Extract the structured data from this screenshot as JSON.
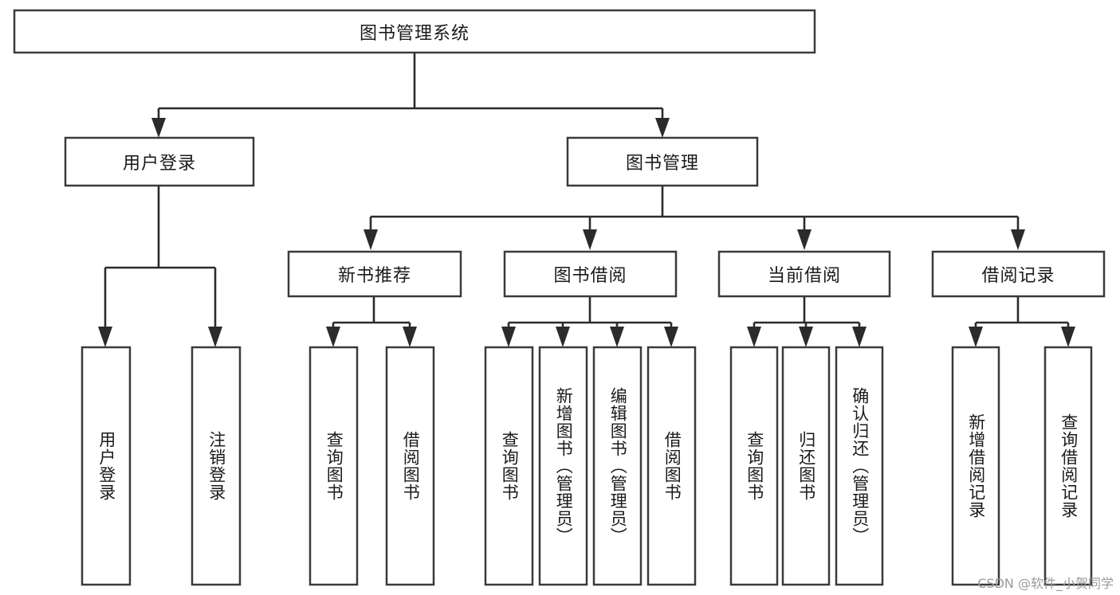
{
  "diagram": {
    "type": "tree",
    "title": "图书管理系统",
    "orientation": "top-down",
    "background_color": "#ffffff",
    "box_border_color": "#3a3a3a",
    "connector_color": "#2b2b2b",
    "text_color": "#1a1a1a"
  },
  "nodes": {
    "root": {
      "label": "图书管理系统",
      "level": 0,
      "text_orientation": "horizontal"
    },
    "l1": [
      {
        "id": "user_login",
        "label": "用户登录",
        "level": 1,
        "text_orientation": "horizontal"
      },
      {
        "id": "book_manage",
        "label": "图书管理",
        "level": 1,
        "text_orientation": "horizontal"
      }
    ],
    "l2": [
      {
        "id": "new_book_rec",
        "label": "新书推荐",
        "level": 2,
        "parent": "book_manage",
        "text_orientation": "horizontal"
      },
      {
        "id": "book_borrow",
        "label": "图书借阅",
        "level": 2,
        "parent": "book_manage",
        "text_orientation": "horizontal"
      },
      {
        "id": "current_borrow",
        "label": "当前借阅",
        "level": 2,
        "parent": "book_manage",
        "text_orientation": "horizontal"
      },
      {
        "id": "borrow_record",
        "label": "借阅记录",
        "level": 2,
        "parent": "book_manage",
        "text_orientation": "horizontal"
      }
    ],
    "leaves": [
      {
        "id": "leaf_user_login",
        "label": "用户登录",
        "parent": "user_login",
        "text_orientation": "vertical"
      },
      {
        "id": "leaf_logout",
        "label": "注销登录",
        "parent": "user_login",
        "text_orientation": "vertical"
      },
      {
        "id": "leaf_query_book_1",
        "label": "查询图书",
        "parent": "new_book_rec",
        "text_orientation": "vertical"
      },
      {
        "id": "leaf_borrow_book_1",
        "label": "借阅图书",
        "parent": "new_book_rec",
        "text_orientation": "vertical"
      },
      {
        "id": "leaf_query_book_2",
        "label": "查询图书",
        "parent": "book_borrow",
        "text_orientation": "vertical"
      },
      {
        "id": "leaf_add_book",
        "label": "新增图书（管理员）",
        "parent": "book_borrow",
        "text_orientation": "vertical"
      },
      {
        "id": "leaf_edit_book",
        "label": "编辑图书（管理员）",
        "parent": "book_borrow",
        "text_orientation": "vertical"
      },
      {
        "id": "leaf_borrow_book_2",
        "label": "借阅图书",
        "parent": "book_borrow",
        "text_orientation": "vertical"
      },
      {
        "id": "leaf_query_book_3",
        "label": "查询图书",
        "parent": "current_borrow",
        "text_orientation": "vertical"
      },
      {
        "id": "leaf_return_book",
        "label": "归还图书",
        "parent": "current_borrow",
        "text_orientation": "vertical"
      },
      {
        "id": "leaf_confirm_return",
        "label": "确认归还（管理员）",
        "parent": "current_borrow",
        "text_orientation": "vertical"
      },
      {
        "id": "leaf_add_record",
        "label": "新增借阅记录",
        "parent": "borrow_record",
        "text_orientation": "vertical"
      },
      {
        "id": "leaf_query_record",
        "label": "查询借阅记录",
        "parent": "borrow_record",
        "text_orientation": "vertical"
      }
    ]
  },
  "edges": [
    {
      "from": "root",
      "to": "user_login"
    },
    {
      "from": "root",
      "to": "book_manage"
    },
    {
      "from": "user_login",
      "to": "leaf_user_login"
    },
    {
      "from": "user_login",
      "to": "leaf_logout"
    },
    {
      "from": "book_manage",
      "to": "new_book_rec"
    },
    {
      "from": "book_manage",
      "to": "book_borrow"
    },
    {
      "from": "book_manage",
      "to": "current_borrow"
    },
    {
      "from": "book_manage",
      "to": "borrow_record"
    },
    {
      "from": "new_book_rec",
      "to": "leaf_query_book_1"
    },
    {
      "from": "new_book_rec",
      "to": "leaf_borrow_book_1"
    },
    {
      "from": "book_borrow",
      "to": "leaf_query_book_2"
    },
    {
      "from": "book_borrow",
      "to": "leaf_add_book"
    },
    {
      "from": "book_borrow",
      "to": "leaf_edit_book"
    },
    {
      "from": "book_borrow",
      "to": "leaf_borrow_book_2"
    },
    {
      "from": "current_borrow",
      "to": "leaf_query_book_3"
    },
    {
      "from": "current_borrow",
      "to": "leaf_return_book"
    },
    {
      "from": "current_borrow",
      "to": "leaf_confirm_return"
    },
    {
      "from": "borrow_record",
      "to": "leaf_add_record"
    },
    {
      "from": "borrow_record",
      "to": "leaf_query_record"
    }
  ],
  "watermark": {
    "text": "CSDN @软件_小贺同学"
  }
}
